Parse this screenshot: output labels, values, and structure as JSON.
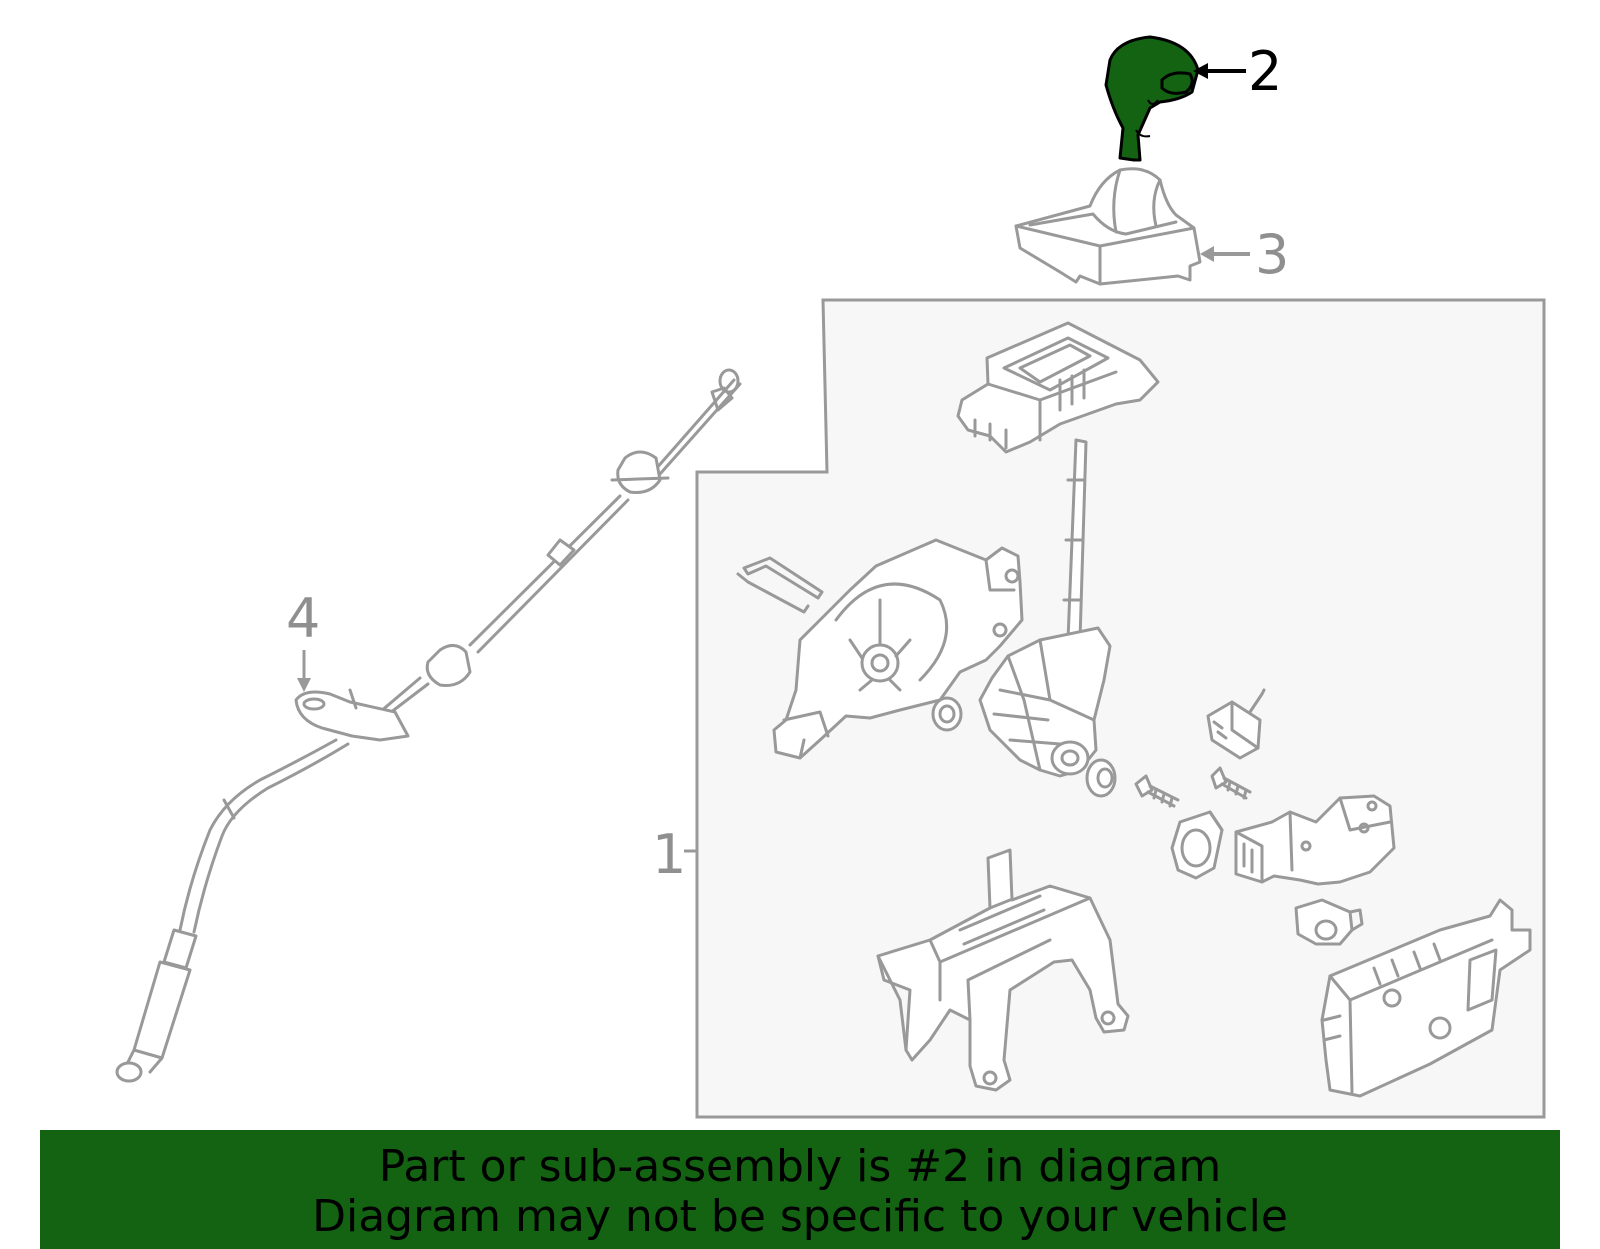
{
  "callouts": {
    "part1": "1",
    "part2": "2",
    "part3": "3",
    "part4": "4"
  },
  "banner": {
    "line1": "Part or sub-assembly is #2 in diagram",
    "line2": "Diagram may not be specific to your vehicle"
  },
  "colors": {
    "highlight": "#136312",
    "banner_bg": "#136312",
    "line_art": "#999999",
    "box_bg": "#f7f7f7"
  }
}
